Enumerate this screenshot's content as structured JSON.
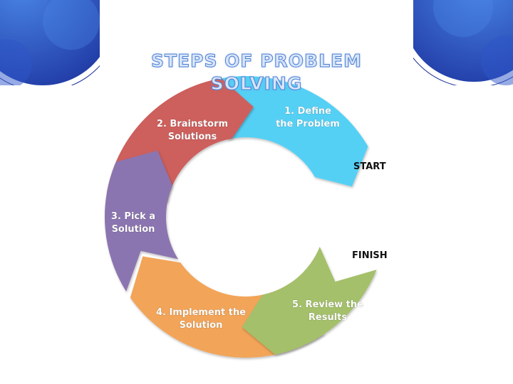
{
  "title": "STEPS OF PROBLEM SOLVING",
  "steps": [
    {
      "line1": "1. Define",
      "line2": "the Problem",
      "color": "#55d0f5"
    },
    {
      "line1": "2. Brainstorm",
      "line2": "Solutions",
      "color": "#cd5f5c"
    },
    {
      "line1": "3. Pick a",
      "line2": "Solution",
      "color": "#8b74b0"
    },
    {
      "line1": "4. Implement the",
      "line2": "Solution",
      "color": "#f2a458"
    },
    {
      "line1": "5. Review the",
      "line2": "Results",
      "color": "#a4c06a"
    }
  ],
  "start_label": "START",
  "finish_label": "FINISH",
  "colors": {
    "corner_dark": "#1a2f9b",
    "corner_light": "#3c6fd8",
    "title_outline": "#4c7fd4"
  }
}
